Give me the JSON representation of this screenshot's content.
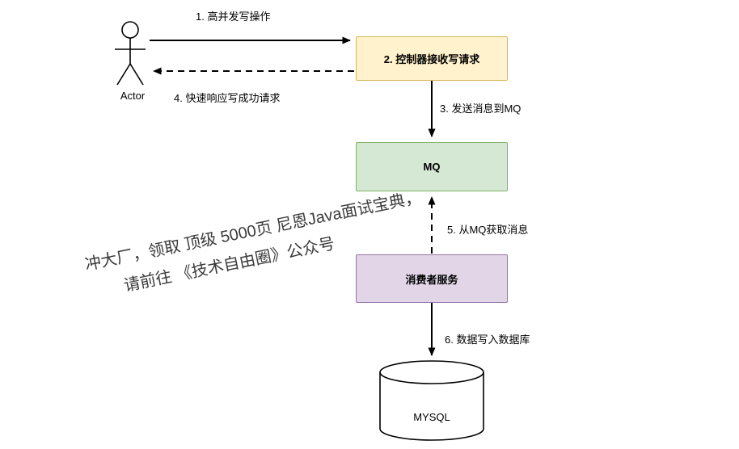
{
  "diagram": {
    "actor_label": "Actor",
    "nodes": {
      "controller": {
        "label": "2. 控制器接收写请求",
        "fill": "#fff2cc",
        "border": "#d6b656"
      },
      "mq": {
        "label": "MQ",
        "fill": "#d5e8d4",
        "border": "#82b366"
      },
      "consumer": {
        "label": "消费者服务",
        "fill": "#e1d5e7",
        "border": "#9673a6"
      },
      "mysql": {
        "label": "MYSQL"
      }
    },
    "edges": {
      "e1": {
        "label": "1. 高并发写操作",
        "style": "solid"
      },
      "e3": {
        "label": "3. 发送消息到MQ",
        "style": "solid"
      },
      "e4": {
        "label": "4. 快速响应写成功请求",
        "style": "dashed"
      },
      "e5": {
        "label": "5. 从MQ获取消息",
        "style": "dashed"
      },
      "e6": {
        "label": "6. 数据写入数据库",
        "style": "solid"
      }
    },
    "watermark": {
      "line1": "冲大厂，领取 顶级 5000页 尼恩Java面试宝典，",
      "line2": "请前往 《技术自由圈》公众号"
    }
  }
}
